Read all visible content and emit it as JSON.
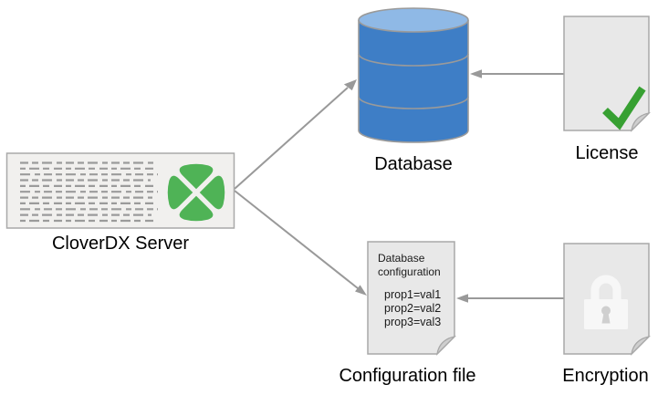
{
  "nodes": {
    "server": {
      "label": "CloverDX Server",
      "icon": "clover-icon"
    },
    "database": {
      "label": "Database",
      "icon": "database-cylinder-icon"
    },
    "license": {
      "label": "License",
      "icon": "checkmark-icon"
    },
    "config_file": {
      "label": "Configuration file",
      "doc_title": "Database configuration",
      "props": [
        "prop1=val1",
        "prop2=val2",
        "prop3=val3"
      ]
    },
    "encryption": {
      "label": "Encryption",
      "icon": "lock-icon"
    }
  },
  "edges": [
    {
      "from": "server",
      "to": "database"
    },
    {
      "from": "server",
      "to": "config_file"
    },
    {
      "from": "license",
      "to": "database"
    },
    {
      "from": "encryption",
      "to": "config_file"
    }
  ],
  "colors": {
    "clover_green": "#4fb356",
    "database_blue": "#3e7ec6",
    "database_top": "#8fb9e6",
    "check_green": "#37a032",
    "document_gray": "#e8e8e8",
    "server_box_gray": "#f1f0ee",
    "arrow_gray": "#999999"
  }
}
